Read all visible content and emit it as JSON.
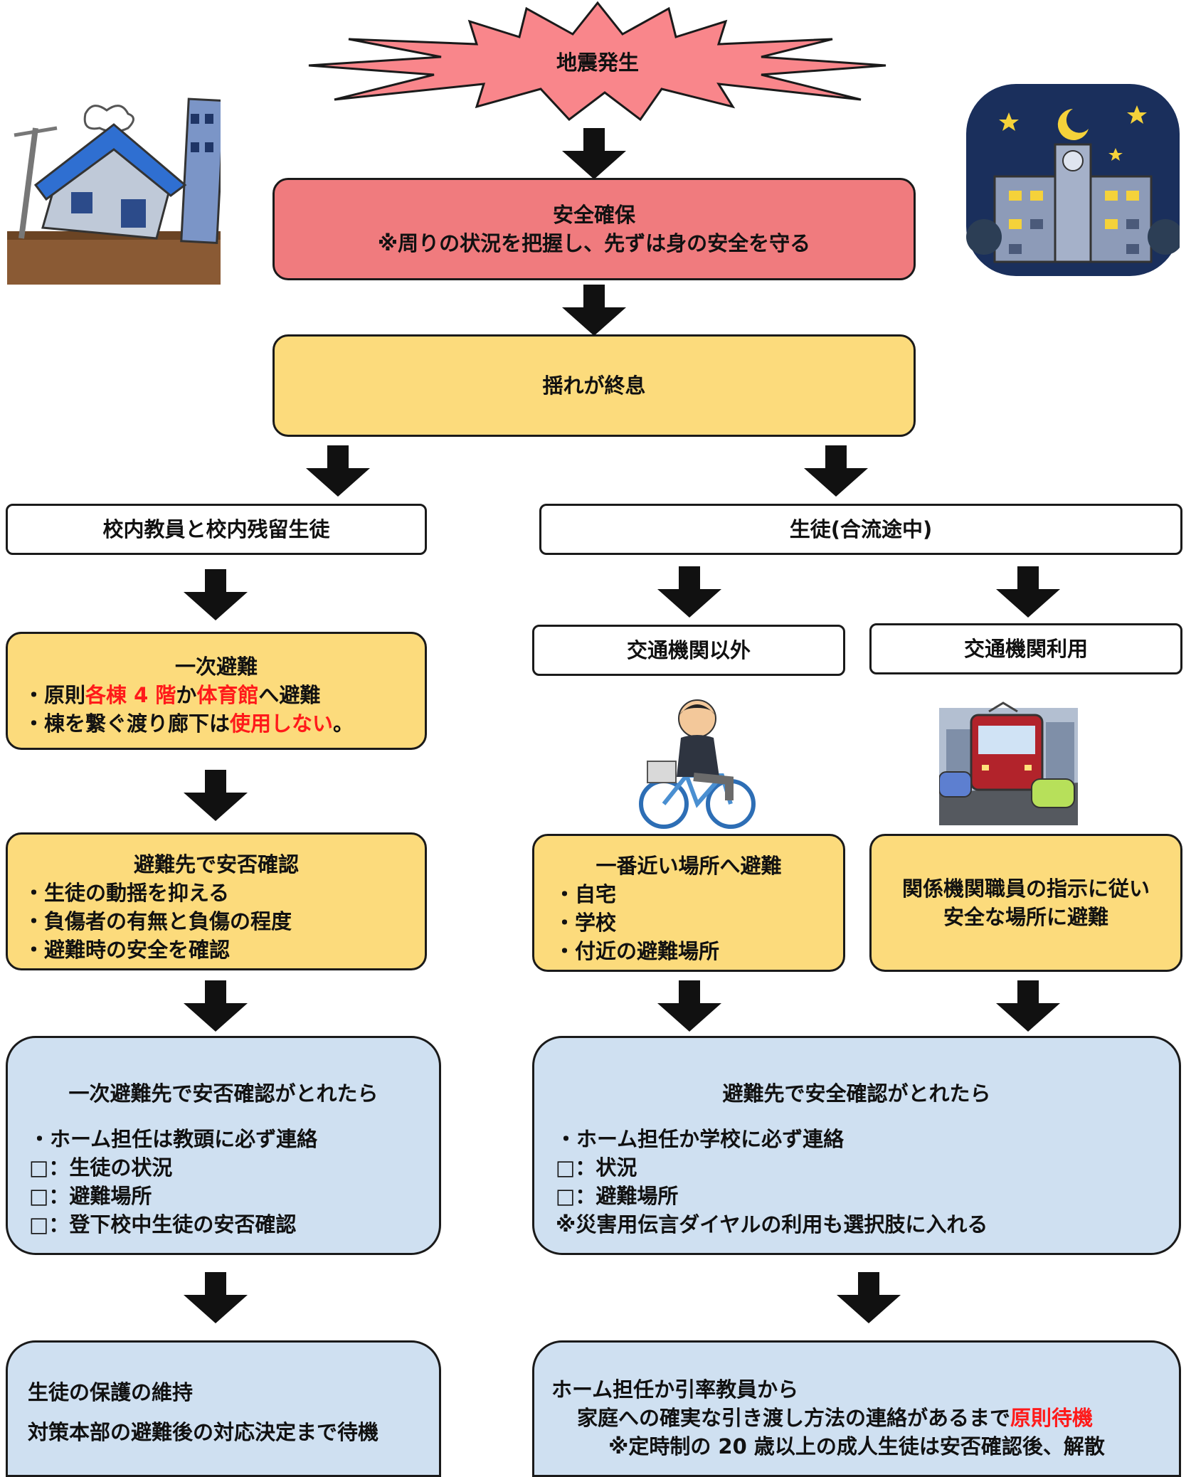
{
  "start": {
    "label": "地震発生"
  },
  "safety": {
    "title": "安全確保",
    "note": "※周りの状況を把握し、先ずは身の安全を守る"
  },
  "shaking_end": {
    "label": "揺れが終息"
  },
  "left": {
    "group": "校内教員と校内残留生徒",
    "evac1": {
      "title": "一次避難",
      "line1_pre": "・原則",
      "line1_hl1": "各棟 4 階",
      "line1_mid": "か",
      "line1_hl2": "体育館",
      "line1_post": "へ避難",
      "line2_pre": "・棟を繋ぐ渡り廊下は",
      "line2_hl": "使用しない",
      "line2_post": "。"
    },
    "confirm": {
      "title": "避難先で安否確認",
      "items": [
        "・生徒の動揺を抑える",
        "・負傷者の有無と負傷の程度",
        "・避難時の安全を確認"
      ]
    },
    "after": {
      "title": "一次避難先で安否確認がとれたら",
      "items": [
        "・ホーム担任は教頭に必ず連絡",
        "□：生徒の状況",
        "□：避難場所",
        "□：登下校中生徒の安否確認"
      ]
    },
    "final": {
      "line1": "生徒の保護の維持",
      "line2": "対策本部の避難後の対応決定まで待機"
    }
  },
  "right": {
    "group": "生徒(合流途中)",
    "non_transit": {
      "label": "交通機関以外",
      "action": {
        "title": "一番近い場所へ避難",
        "items": [
          "・自宅",
          "・学校",
          "・付近の避難場所"
        ]
      }
    },
    "transit": {
      "label": "交通機関利用",
      "action": {
        "line1": "関係機関職員の指示に従い",
        "line2": "安全な場所に避難"
      }
    },
    "after": {
      "title": "避難先で安全確認がとれたら",
      "items": [
        "・ホーム担任か学校に必ず連絡",
        "□：状況",
        "□：避難場所",
        "※災害用伝言ダイヤルの利用も選択肢に入れる"
      ]
    },
    "final": {
      "line1": "ホーム担任か引率教員から",
      "line2_pre": "家庭への確実な引き渡し方法の連絡があるまで",
      "line2_hl": "原則待機",
      "line3": "※定時制の 20 歳以上の成人生徒は安否確認後、解散"
    }
  },
  "colors": {
    "burst": "#f9868b",
    "red_box": "#f07b7e",
    "yellow_box": "#fcdb7c",
    "blue_box": "#cfe0f1",
    "highlight": "#ff1a1a",
    "arrow": "#111111"
  },
  "icons": [
    "earthquake-house-illustration",
    "night-school-illustration",
    "bicycle-student-illustration",
    "tram-illustration",
    "down-arrow-icon"
  ]
}
